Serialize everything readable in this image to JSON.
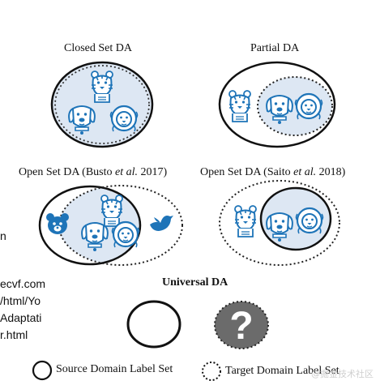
{
  "panels": {
    "closed": {
      "title": "Closed Set DA"
    },
    "partial": {
      "title": "Partial DA"
    },
    "open_busto": {
      "title_prefix": "Open Set DA (Busto ",
      "title_italic": "et al.",
      "title_suffix": " 2017)"
    },
    "open_saito": {
      "title_prefix": "Open Set DA (Saito ",
      "title_italic": "et al.",
      "title_suffix": " 2018)"
    },
    "universal": {
      "title": "Universal DA",
      "unknown_glyph": "?"
    }
  },
  "left_text": {
    "line1": "n",
    "line2": "ecvf.com",
    "line3": "/html/Yo",
    "line4": "Adaptati",
    "line5": "r.html"
  },
  "legend": {
    "source": "Source Domain Label Set",
    "target": "Target Domain Label Set"
  },
  "watermark": "@掘金技术社区",
  "icons": [
    "tiger-icon",
    "dog-icon",
    "lion-icon",
    "bear-icon",
    "bird-icon"
  ],
  "colors": {
    "icon_blue": "#1e74b8",
    "shade_fill": "#dde7f3",
    "circle_stroke": "#111111",
    "unknown_fill": "#6b6b6b"
  }
}
